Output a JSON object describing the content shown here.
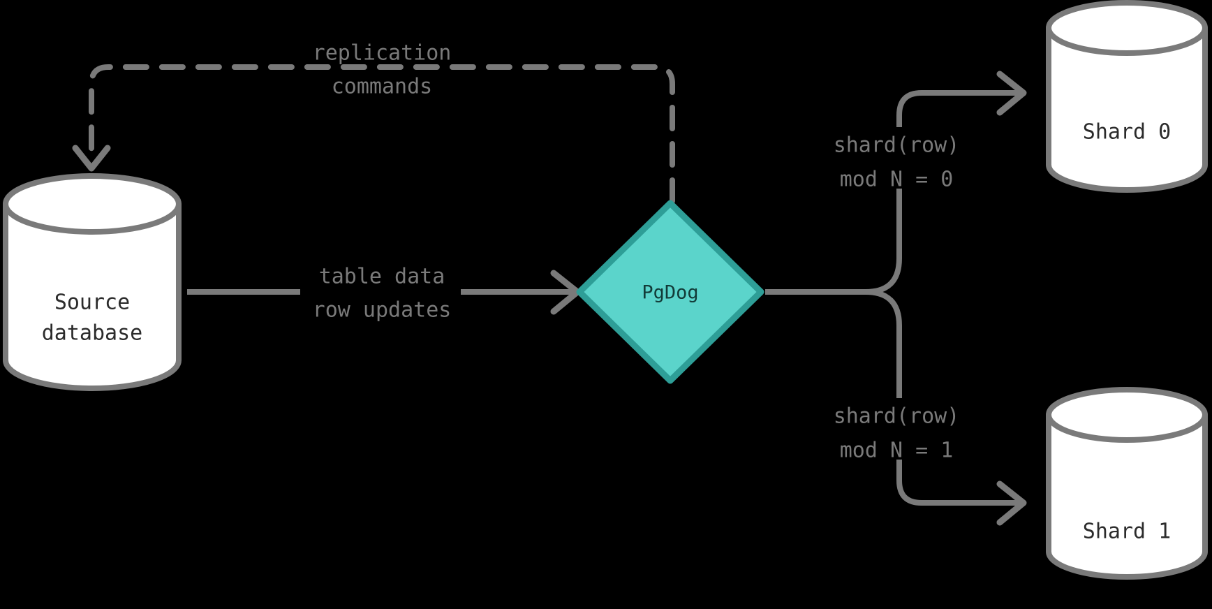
{
  "diagram": {
    "title": "PgDog logical replication sharding flow",
    "background_color": "#000000",
    "stroke_color": "#7a7a7a",
    "accent_color": "#5bd4cb",
    "accent_border_color": "#2e9e97",
    "node_fill_color": "#ffffff",
    "node_text_color": "#2b2b2b"
  },
  "nodes": {
    "source_database": {
      "label_line1": "Source",
      "label_line2": "database",
      "shape": "cylinder"
    },
    "pgdog": {
      "label": "PgDog",
      "shape": "diamond"
    },
    "shard0": {
      "label": "Shard 0",
      "shape": "cylinder"
    },
    "shard1": {
      "label": "Shard 1",
      "shape": "cylinder"
    }
  },
  "edges": {
    "replication": {
      "label_line1": "replication",
      "label_line2": "commands",
      "style": "dashed",
      "direction": "pgdog-to-source"
    },
    "data_stream": {
      "label_line1": "table data",
      "label_line2": "row updates",
      "style": "solid",
      "direction": "source-to-pgdog"
    },
    "to_shard0": {
      "label_line1": "shard(row)",
      "label_line2": "mod N = 0",
      "style": "solid",
      "direction": "pgdog-to-shard0"
    },
    "to_shard1": {
      "label_line1": "shard(row)",
      "label_line2": "mod N = 1",
      "style": "solid",
      "direction": "pgdog-to-shard1"
    }
  }
}
